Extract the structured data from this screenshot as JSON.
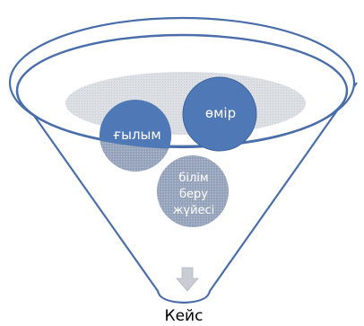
{
  "diagram": {
    "circles": [
      {
        "label": "ғылым"
      },
      {
        "label": "өмір"
      },
      {
        "label_lines": [
          "білім",
          "беру",
          "жүйесі"
        ]
      }
    ],
    "caption": "Кейс"
  },
  "colors": {
    "outline": "#4a6ea9",
    "dark_circle": "#4f78b6",
    "light_circle": "#9aa8bf",
    "inner_ellipse": "#dcdfe4",
    "arrow": "#c9ccd2"
  }
}
